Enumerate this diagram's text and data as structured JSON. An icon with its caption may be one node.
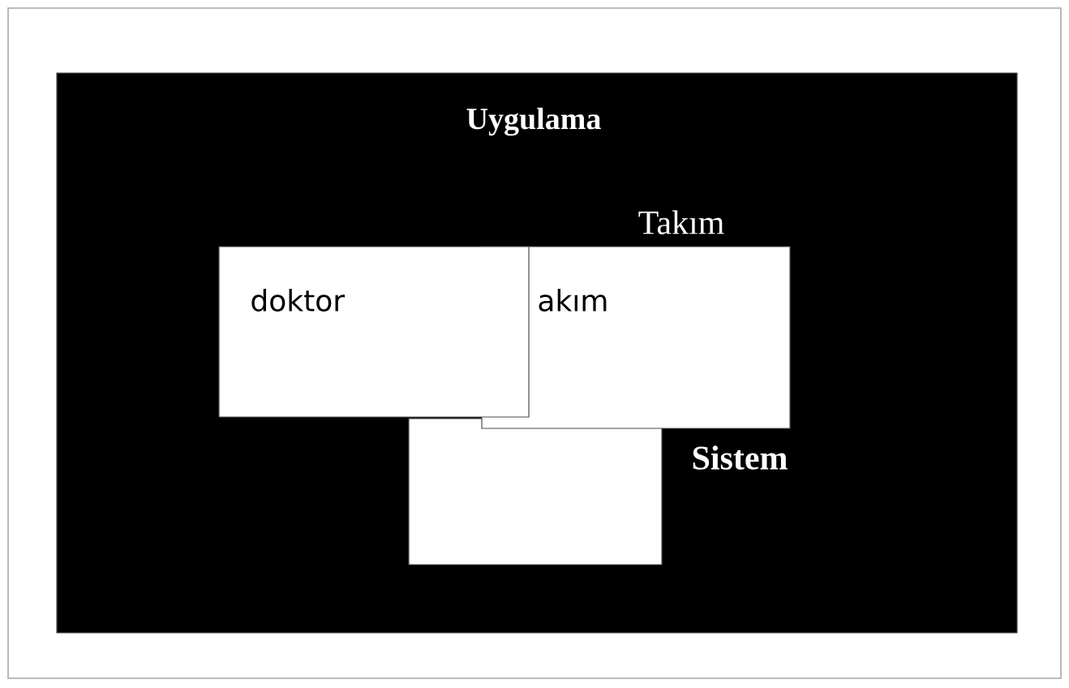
{
  "diagram": {
    "nodes": [
      {
        "text": [
          "Uygulama"
        ]
      },
      {
        "text": [
          "Takım",
          "akım"
        ],
        "in": 0
      },
      {
        "text": [
          "doktor"
        ],
        "in": 0
      },
      {
        "text": [],
        "shape": "box",
        "in": 0,
        "beside": [
          "Sistem"
        ]
      }
    ]
  }
}
